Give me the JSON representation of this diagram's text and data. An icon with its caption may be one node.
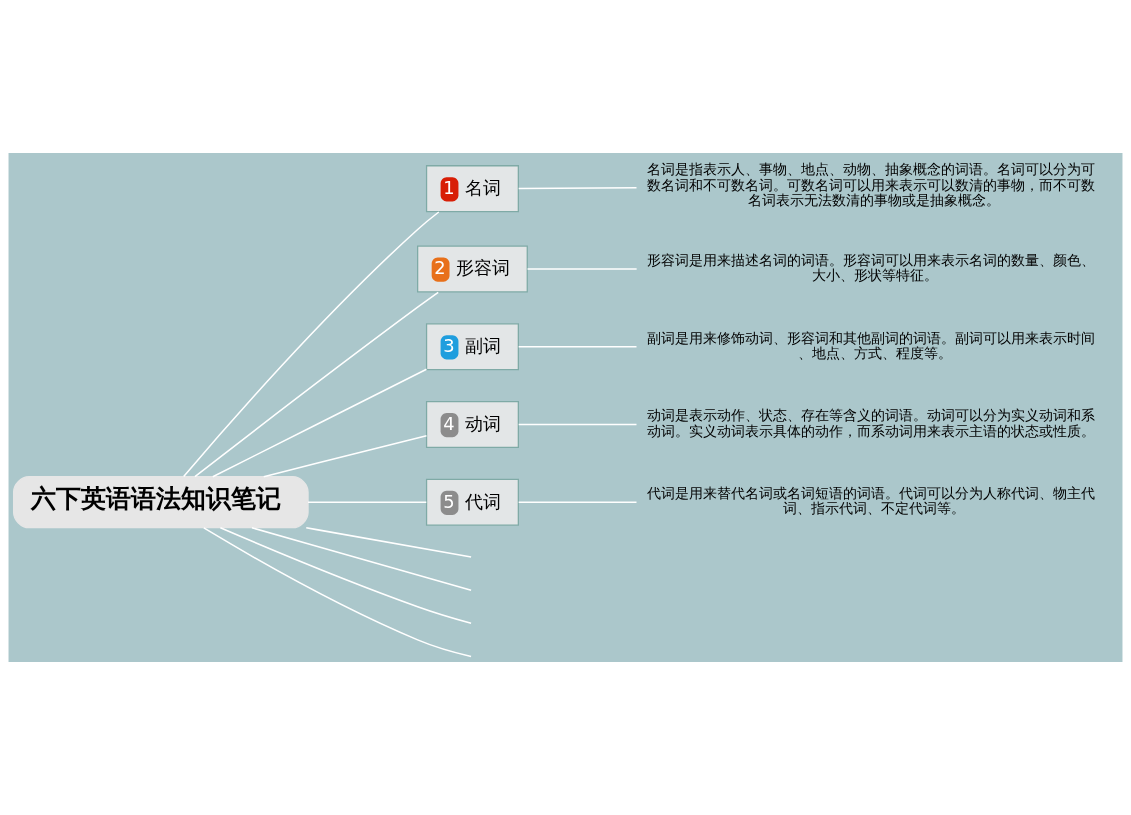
{
  "diagram": {
    "nodes": [
      {
        "text": [
          "六下英语语法知识笔记"
        ]
      },
      {
        "text": [
          "1",
          "名词"
        ]
      },
      {
        "text": [
          "2",
          "形容词"
        ]
      },
      {
        "text": [
          "3",
          "副词"
        ]
      },
      {
        "text": [
          "4",
          "动词"
        ]
      },
      {
        "text": [
          "5",
          "代词"
        ]
      },
      {
        "text": [
          "名词是指表示人、事物、地点、动物、抽象概念的词语。名词可以分为可数名词和不可数名词。可数名词可以用来表示可以数清的事物，而不可数名词表示无法数清的事物或是抽象概念。"
        ]
      },
      {
        "text": [
          "形容词是用来描述名词的词语。形容词可以用来表示名词的数量、颜色、大小、形状等特征。"
        ]
      },
      {
        "text": [
          "副词是用来修饰动词、形容词和其他副词的词语。副词可以用来表示时间、地点、方式、程度等。"
        ]
      },
      {
        "text": [
          "动词是表示动作、状态、存在等含义的词语。动词可以分为实义动词和系动词。实义动词表示具体的动作，而系动词用来表示主语的状态或性质。"
        ]
      },
      {
        "text": [
          "代词是用来替代名词或名词短语的词语。代词可以分为人称代词、物主代词、指示代词、不定代词等。"
        ]
      }
    ],
    "edges": [
      {
        "from": 0,
        "to": 1,
        "arrow": "none"
      },
      {
        "from": 0,
        "to": 2,
        "arrow": "none"
      },
      {
        "from": 0,
        "to": 3,
        "arrow": "none"
      },
      {
        "from": 0,
        "to": 4,
        "arrow": "none"
      },
      {
        "from": 0,
        "to": 5,
        "arrow": "none"
      },
      {
        "from": 0,
        "to": null,
        "arrow": "none"
      },
      {
        "from": 0,
        "to": null,
        "arrow": "none"
      },
      {
        "from": 0,
        "to": null,
        "arrow": "none"
      },
      {
        "from": 0,
        "to": null,
        "arrow": "none"
      },
      {
        "from": 1,
        "to": 6,
        "arrow": "none"
      },
      {
        "from": 2,
        "to": 7,
        "arrow": "none"
      },
      {
        "from": 3,
        "to": 8,
        "arrow": "none"
      },
      {
        "from": 4,
        "to": 9,
        "arrow": "none"
      },
      {
        "from": 5,
        "to": 10,
        "arrow": "none"
      }
    ]
  }
}
